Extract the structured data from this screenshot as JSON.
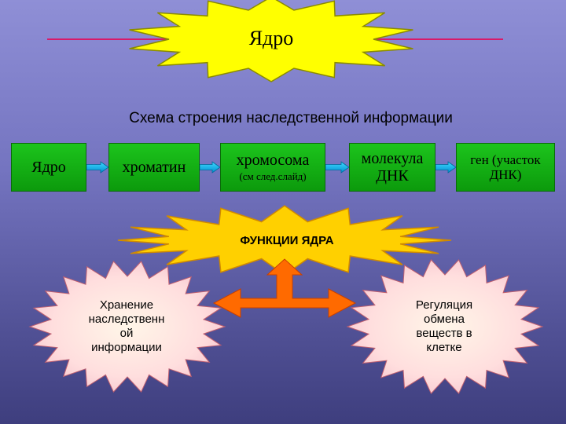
{
  "title": "Ядро",
  "subtitle": "Схема строения наследственной информации",
  "chain": [
    {
      "label": "Ядро"
    },
    {
      "label": "хроматин"
    },
    {
      "label": "хромосома",
      "note": "(см след.слайд)"
    },
    {
      "label_line1": "молекула",
      "label_line2": "ДНК"
    },
    {
      "label_line1": "ген (участок",
      "label_line2": "ДНК)"
    }
  ],
  "functions_title": "ФУНКЦИИ ЯДРА",
  "functions": [
    {
      "lines": [
        "Хранение",
        "наследственн",
        "ой",
        "информации"
      ]
    },
    {
      "lines": [
        "Регуляция",
        "обмена",
        "веществ в",
        "клетке"
      ]
    }
  ],
  "colors": {
    "title_burst": "#ffff00",
    "box": "#12b012",
    "arrow": "#00b4f0",
    "functions_burst": "#ffd000",
    "double_arrow": "#ff6a00",
    "side_burst": "#ffe4e4"
  }
}
